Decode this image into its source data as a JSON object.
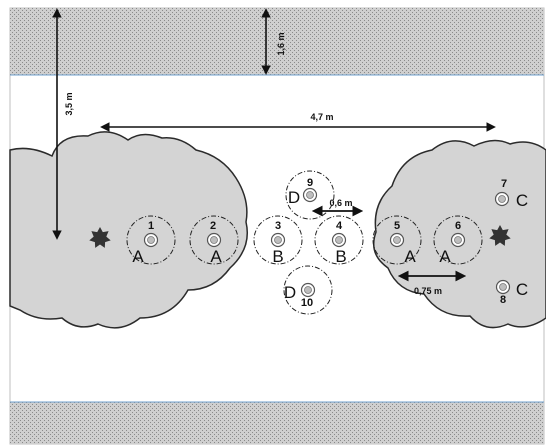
{
  "measurements": {
    "road_width": "1,6 m",
    "hedge_to_road": "3,5 m",
    "span_between_trees": "4,7 m",
    "inner_spacing": "0,6 m",
    "outer_spacing": "0,75 m"
  },
  "colors": {
    "road_fill": "#c8c8c8",
    "canopy_fill": "#d4d4d4",
    "canopy_stroke": "#2b2b2b",
    "tree_marker": "#333333"
  },
  "trap_points": [
    {
      "number": "1",
      "group": "A"
    },
    {
      "number": "2",
      "group": "A"
    },
    {
      "number": "3",
      "group": "B"
    },
    {
      "number": "4",
      "group": "B"
    },
    {
      "number": "5",
      "group": "A"
    },
    {
      "number": "6",
      "group": "A"
    },
    {
      "number": "7",
      "group": "C"
    },
    {
      "number": "8",
      "group": "C"
    },
    {
      "number": "9",
      "group": "D"
    },
    {
      "number": "10",
      "group": "D"
    }
  ]
}
